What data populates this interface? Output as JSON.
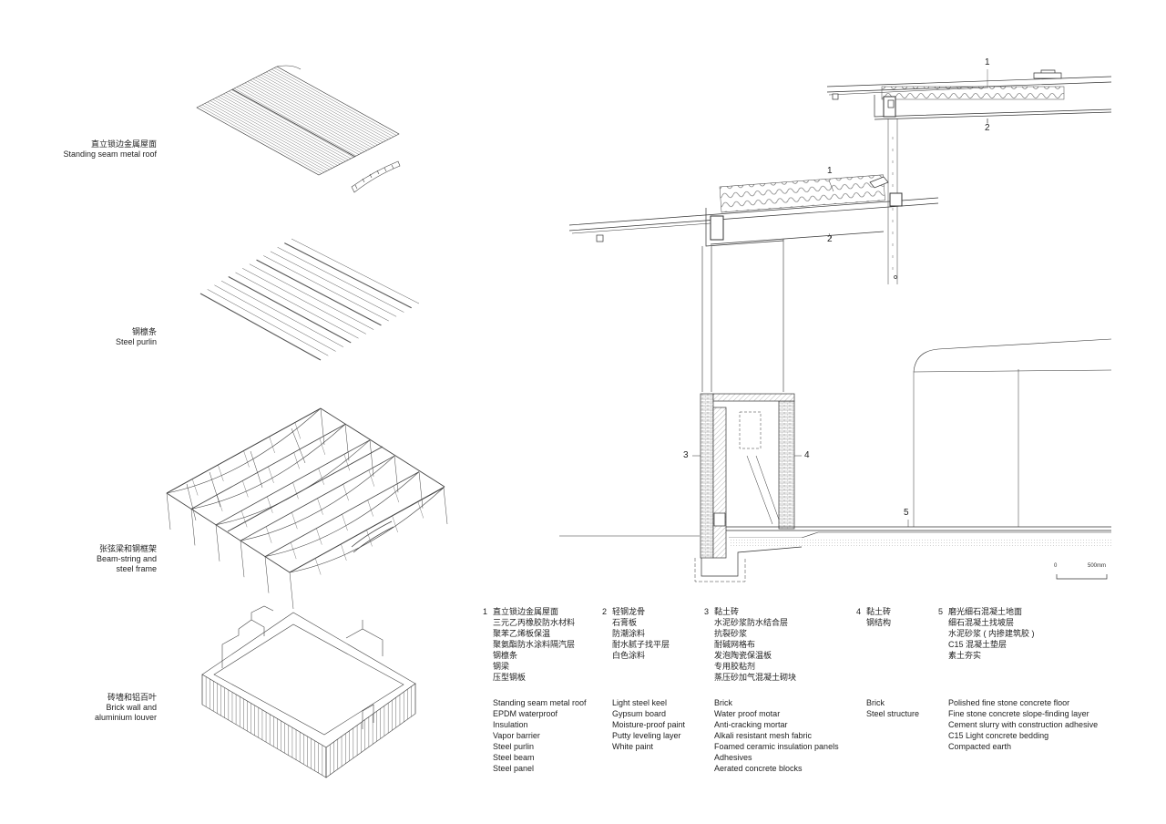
{
  "axonometric_layers": [
    {
      "cn": "直立锁边金属屋面",
      "en": [
        "Standing seam metal roof"
      ]
    },
    {
      "cn": "钢檩条",
      "en": [
        "Steel purlin"
      ]
    },
    {
      "cn": "张弦梁和钢框架",
      "en": [
        "Beam-string and",
        "steel frame"
      ]
    },
    {
      "cn": "砖墙和铝百叶",
      "en": [
        "Brick wall and",
        "aluminium louver"
      ]
    }
  ],
  "section_callouts": [
    "1",
    "2",
    "1",
    "2",
    "3",
    "4",
    "5"
  ],
  "scale_bar": {
    "start": "0",
    "end": "500mm"
  },
  "legend": [
    {
      "number": "1",
      "title": "直立锁边金属屋面",
      "cn": [
        "三元乙丙橡胶防水材料",
        "聚苯乙烯板保温",
        "聚氨酯防水涂料隔汽层",
        "钢檩条",
        "钢梁",
        "压型钢板"
      ],
      "en": [
        "Standing seam metal roof",
        "EPDM waterproof",
        "Insulation",
        "Vapor barrier",
        "Steel purlin",
        "Steel beam",
        "Steel panel"
      ]
    },
    {
      "number": "2",
      "title": "轻钢龙骨",
      "cn": [
        "石膏板",
        "防潮涂料",
        "耐水腻子找平层",
        "白色涂料"
      ],
      "en": [
        "Light steel keel",
        "Gypsum board",
        "Moisture-proof paint",
        "Putty leveling layer",
        "White paint"
      ]
    },
    {
      "number": "3",
      "title": "黏土砖",
      "cn": [
        "水泥砂浆防水结合层",
        "抗裂砂浆",
        "耐碱网格布",
        "发泡陶瓷保温板",
        "专用胶粘剂",
        "蒸压砂加气混凝土砌块"
      ],
      "en": [
        "Brick",
        "Water proof motar",
        "Anti-cracking mortar",
        "Alkali resistant mesh fabric",
        "Foamed ceramic insulation panels",
        "Adhesives",
        "Aerated concrete blocks"
      ]
    },
    {
      "number": "4",
      "title": "黏土砖",
      "cn": [
        "钢结构"
      ],
      "en": [
        "Brick",
        "Steel structure"
      ]
    },
    {
      "number": "5",
      "title": "磨光细石混凝土地面",
      "cn": [
        "细石混凝土找坡层",
        "水泥砂浆 ( 内掺建筑胶 )",
        "C15 混凝土垫层",
        "素土夯实"
      ],
      "en": [
        "Polished fine stone concrete floor",
        "Fine stone concrete slope-finding layer",
        "Cement slurry with construction adhesive",
        "C15 Light concrete bedding",
        "Compacted earth"
      ]
    }
  ]
}
